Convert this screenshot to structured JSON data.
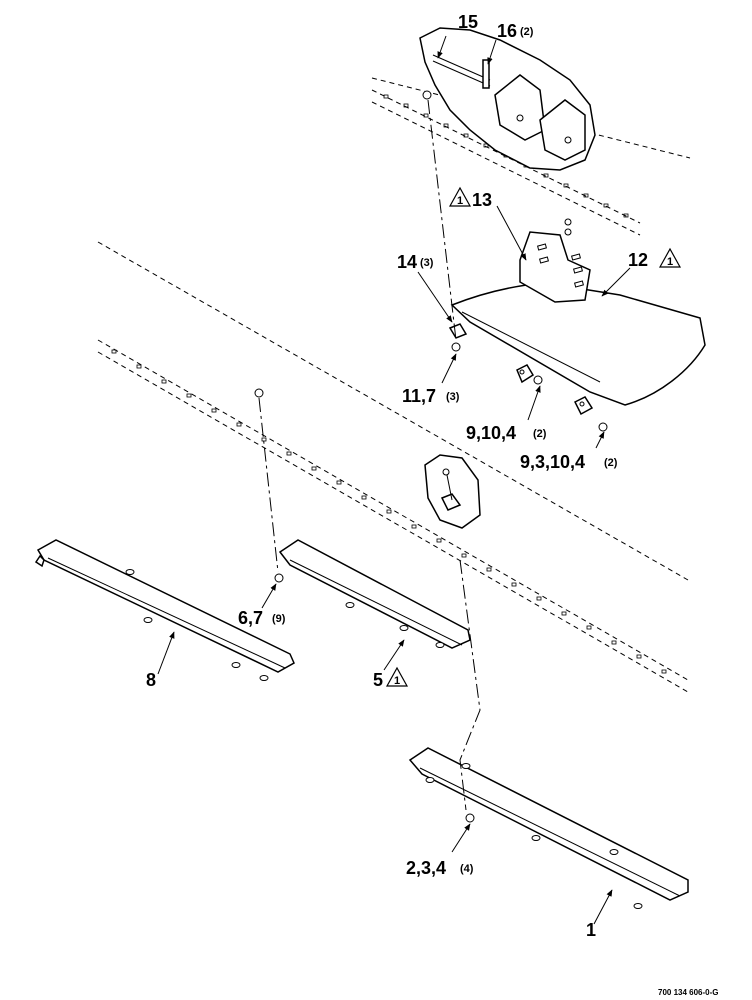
{
  "callouts": {
    "c15": "15",
    "c16": "16",
    "c16_qty": "(2)",
    "c13": "13",
    "c12": "12",
    "c14": "14",
    "c14_qty": "(3)",
    "c11_7": "11,7",
    "c11_7_qty": "(3)",
    "c9_10_4": "9,10,4",
    "c9_10_4_qty": "(2)",
    "c9_3_10_4": "9,3,10,4",
    "c9_3_10_4_qty": "(2)",
    "c6_7": "6,7",
    "c6_7_qty": "(9)",
    "c8": "8",
    "c5": "5",
    "c2_3_4": "2,3,4",
    "c2_3_4_qty": "(4)",
    "c1": "1"
  },
  "revision_marker": "1",
  "drawing_number": "700 134 606-0-G"
}
